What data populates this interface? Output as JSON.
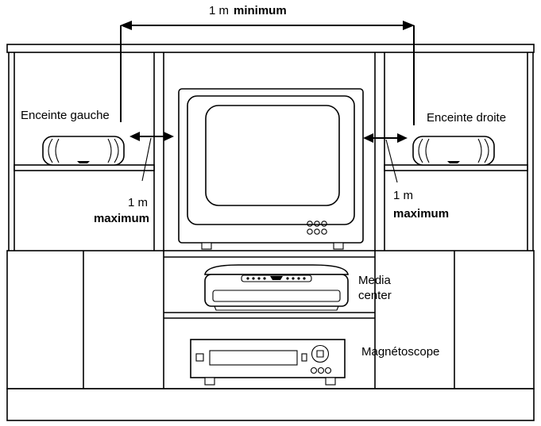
{
  "labels": {
    "top_distance_value": "1 m",
    "top_distance_qualifier": "minimum",
    "left_speaker": "Enceinte gauche",
    "right_speaker": "Enceinte droite",
    "left_distance_value": "1 m",
    "left_distance_qualifier": "maximum",
    "right_distance_value": "1 m",
    "right_distance_qualifier": "maximum",
    "media_center_line1": "Media",
    "media_center_line2": "center",
    "vcr": "Magnétoscope"
  },
  "colors": {
    "line": "#000000",
    "background": "#ffffff"
  },
  "icons": {
    "left_speaker": "speaker-icon",
    "right_speaker": "speaker-icon",
    "tv": "television-icon",
    "media_center": "media-center-icon",
    "vcr": "vcr-icon"
  }
}
